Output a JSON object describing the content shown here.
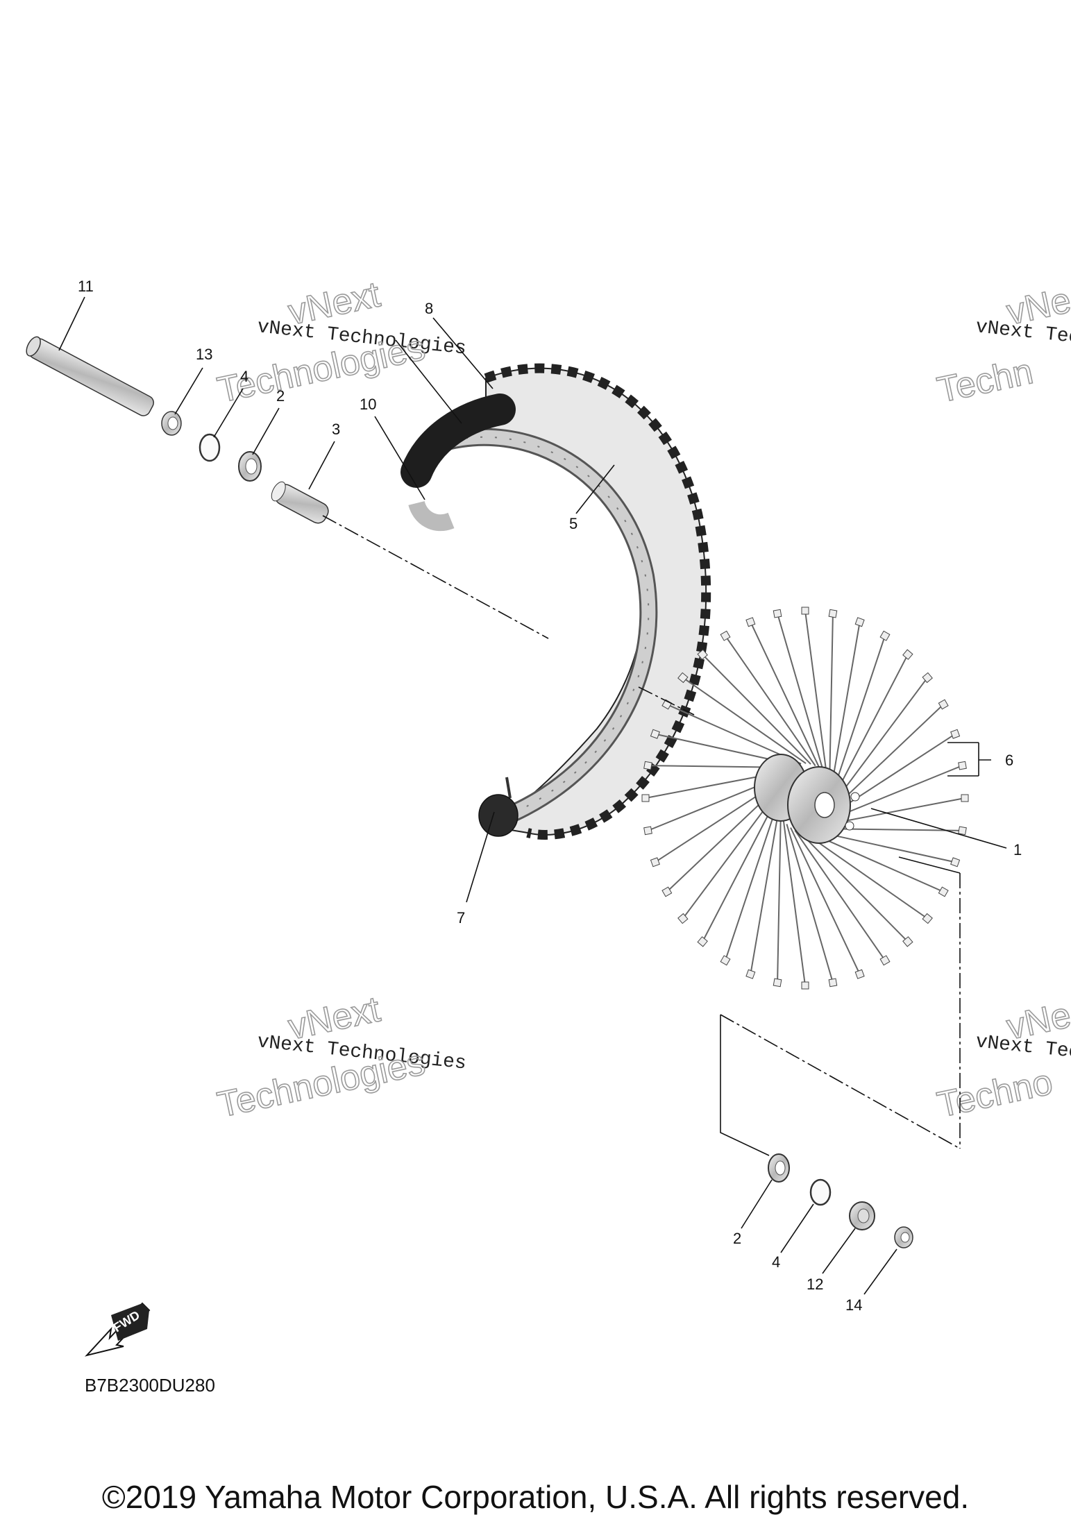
{
  "watermarks": [
    {
      "line1": "vNext Technologies",
      "line2": "vNext",
      "line3": "Technologies"
    },
    {
      "line1": "vNext Tec",
      "line2": "vNe",
      "line3": "Techn"
    },
    {
      "line1": "vNext Technologies",
      "line2": "vNext",
      "line3": "Technologies"
    },
    {
      "line1": "vNext Tec",
      "line2": "vNe",
      "line3": "Techno"
    }
  ],
  "callouts": {
    "c11": "11",
    "c13": "13",
    "c4a": "4",
    "c2a": "2",
    "c3": "3",
    "c10": "10",
    "c8": "8",
    "c5": "5",
    "c6": "6",
    "c1": "1",
    "c7": "7",
    "c2b": "2",
    "c4b": "4",
    "c12": "12",
    "c14": "14"
  },
  "fwd_label": "FWD",
  "diagram_code": "B7B2300DU280",
  "copyright": "©2019 Yamaha Motor Corporation, U.S.A. All rights reserved."
}
